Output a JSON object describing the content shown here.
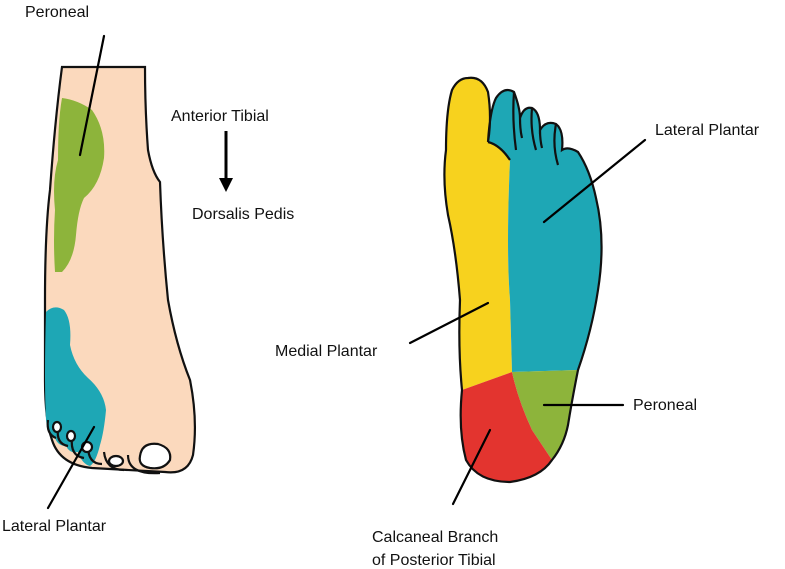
{
  "colors": {
    "skin": "#fbd9bd",
    "peroneal": "#8db43b",
    "lateral_plantar": "#1ea7b5",
    "medial_plantar": "#f7d21e",
    "calcaneal": "#e3342f",
    "outline": "#111111"
  },
  "labels": {
    "peroneal_top": "Peroneal",
    "anterior_tibial": "Anterior Tibial",
    "dorsalis_pedis": "Dorsalis Pedis",
    "lateral_plantar_bottom": "Lateral Plantar",
    "lateral_plantar_right": "Lateral Plantar",
    "medial_plantar": "Medial Plantar",
    "peroneal_right": "Peroneal",
    "calcaneal_line1": "Calcaneal Branch",
    "calcaneal_line2": "of Posterior Tibial"
  },
  "icons": {
    "arrow": "down-arrow-icon"
  }
}
